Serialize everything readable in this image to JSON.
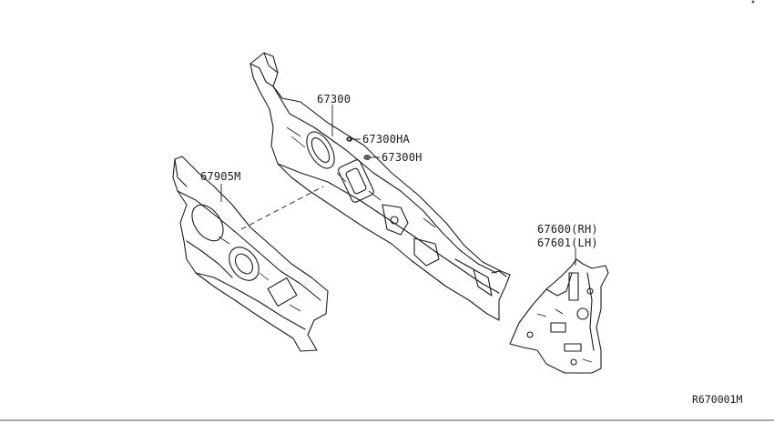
{
  "diagram": {
    "parts": [
      {
        "id": "p67300",
        "label": "67300"
      },
      {
        "id": "p67300HA",
        "label": "67300HA"
      },
      {
        "id": "p67300H",
        "label": "67300H"
      },
      {
        "id": "p67905M",
        "label": "67905M"
      },
      {
        "id": "p67600",
        "label": "67600(RH)"
      },
      {
        "id": "p67601",
        "label": "67601(LH)"
      }
    ],
    "reference_code": "R670001M"
  }
}
